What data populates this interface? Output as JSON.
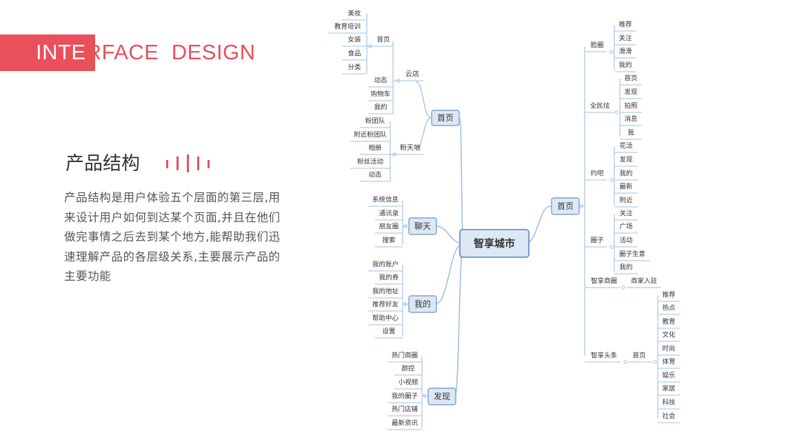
{
  "header": {
    "title_white": "INTE",
    "title_red": "RFACE  DESIGN"
  },
  "section": {
    "title": "产品结构",
    "description": "产品结构是用户体验五个层面的第三层,用来设计用户如何到达某个页面,并且在他们做完事情之后去到某个地方,能帮助我们迅速理解产品的各层级关系,主要展示产品的主要功能"
  },
  "colors": {
    "accent": "#e9505a",
    "line": "#9fbfe3",
    "box_fill": "#dde8f6",
    "box_stroke": "#6d8fc0",
    "text": "#333333"
  },
  "mindmap": {
    "root": "智享城市",
    "left": [
      {
        "label": "首页",
        "children": [
          {
            "label": "云店",
            "children": [
              {
                "label": "首页",
                "children": [
                  "美妆",
                  "教育培训",
                  "女装",
                  "食品",
                  "分类"
                ]
              },
              {
                "label": "动态",
                "children": []
              },
              {
                "label": "购物车",
                "children": []
              },
              {
                "label": "我的",
                "children": []
              }
            ]
          },
          {
            "label": "粉天地",
            "children": [
              {
                "label": "粉团队",
                "children": []
              },
              {
                "label": "附近粉团队",
                "children": []
              },
              {
                "label": "相册",
                "children": []
              },
              {
                "label": "粉丝活动",
                "children": []
              },
              {
                "label": "动态",
                "children": []
              }
            ]
          }
        ]
      },
      {
        "label": "聊天",
        "children": [
          {
            "label": "系统信息",
            "children": []
          },
          {
            "label": "通讯录",
            "children": []
          },
          {
            "label": "朋友圈",
            "children": []
          },
          {
            "label": "搜索",
            "children": []
          }
        ]
      },
      {
        "label": "我的",
        "children": [
          {
            "label": "我的账户",
            "children": []
          },
          {
            "label": "我的券",
            "children": []
          },
          {
            "label": "我的地址",
            "children": []
          },
          {
            "label": "推荐好友",
            "children": []
          },
          {
            "label": "帮助中心",
            "children": []
          },
          {
            "label": "设置",
            "children": []
          }
        ]
      },
      {
        "label": "发现",
        "children": [
          {
            "label": "热门商圈",
            "children": []
          },
          {
            "label": "颜控",
            "children": []
          },
          {
            "label": "小视频",
            "children": []
          },
          {
            "label": "我的圈子",
            "children": []
          },
          {
            "label": "热门店铺",
            "children": []
          },
          {
            "label": "最新资讯",
            "children": []
          }
        ]
      }
    ],
    "right": [
      {
        "label": "首页",
        "children": [
          {
            "label": "脸圈",
            "children": [
              {
                "label": "推荐",
                "children": []
              },
              {
                "label": "关注",
                "children": []
              },
              {
                "label": "滑滑",
                "children": []
              },
              {
                "label": "我的",
                "children": []
              }
            ]
          },
          {
            "label": "全民炫",
            "children": [
              {
                "label": "首页",
                "children": []
              },
              {
                "label": "发现",
                "children": []
              },
              {
                "label": "拍照",
                "children": []
              },
              {
                "label": "消息",
                "children": []
              },
              {
                "label": "我",
                "children": []
              }
            ]
          },
          {
            "label": "约吧",
            "children": [
              {
                "label": "花活",
                "children": []
              },
              {
                "label": "发现",
                "children": []
              },
              {
                "label": "我的",
                "children": []
              },
              {
                "label": "最新",
                "children": []
              },
              {
                "label": "附近",
                "children": []
              }
            ]
          },
          {
            "label": "圈子",
            "children": [
              {
                "label": "关注",
                "children": []
              },
              {
                "label": "广场",
                "children": []
              },
              {
                "label": "活动",
                "children": []
              },
              {
                "label": "圈子生意",
                "children": []
              },
              {
                "label": "我的",
                "children": []
              }
            ]
          },
          {
            "label": "智享商圈",
            "children": [
              {
                "label": "商家入驻",
                "children": []
              }
            ]
          },
          {
            "label": "智享头条",
            "children": [
              {
                "label": "首页",
                "children": [
                  {
                    "label": "推荐",
                    "children": []
                  },
                  {
                    "label": "热点",
                    "children": []
                  },
                  {
                    "label": "教育",
                    "children": []
                  },
                  {
                    "label": "文化",
                    "children": []
                  },
                  {
                    "label": "时尚",
                    "children": []
                  },
                  {
                    "label": "体育",
                    "children": []
                  },
                  {
                    "label": "娱乐",
                    "children": []
                  },
                  {
                    "label": "家居",
                    "children": []
                  },
                  {
                    "label": "科技",
                    "children": []
                  },
                  {
                    "label": "社会",
                    "children": []
                  }
                ]
              }
            ]
          }
        ]
      }
    ]
  }
}
